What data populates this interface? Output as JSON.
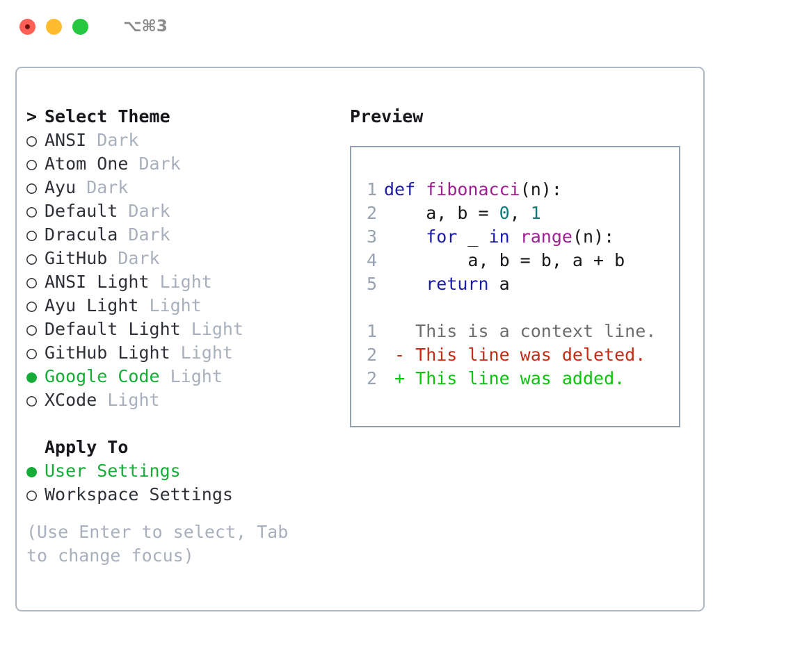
{
  "titlebar": {
    "shortcut": "⌥⌘3",
    "lights": [
      {
        "name": "close",
        "color": "#fe5f57"
      },
      {
        "name": "minimize",
        "color": "#febc2e"
      },
      {
        "name": "zoom",
        "color": "#25c83f"
      }
    ]
  },
  "theme_list": {
    "caret": ">",
    "heading": "Select Theme",
    "marker_unselected": "○",
    "marker_selected": "●",
    "accent_color": "#15ac37",
    "items": [
      {
        "name": "ANSI",
        "kind": "Dark",
        "selected": false
      },
      {
        "name": "Atom One",
        "kind": "Dark",
        "selected": false
      },
      {
        "name": "Ayu",
        "kind": "Dark",
        "selected": false
      },
      {
        "name": "Default",
        "kind": "Dark",
        "selected": false
      },
      {
        "name": "Dracula",
        "kind": "Dark",
        "selected": false
      },
      {
        "name": "GitHub",
        "kind": "Dark",
        "selected": false
      },
      {
        "name": "ANSI Light",
        "kind": "Light",
        "selected": false
      },
      {
        "name": "Ayu Light",
        "kind": "Light",
        "selected": false
      },
      {
        "name": "Default Light",
        "kind": "Light",
        "selected": false
      },
      {
        "name": "GitHub Light",
        "kind": "Light",
        "selected": false
      },
      {
        "name": "Google Code",
        "kind": "Light",
        "selected": true
      },
      {
        "name": "XCode",
        "kind": "Light",
        "selected": false
      }
    ]
  },
  "apply_to": {
    "heading": "Apply To",
    "options": [
      {
        "name": "User Settings",
        "selected": true
      },
      {
        "name": "Workspace Settings",
        "selected": false
      }
    ]
  },
  "hint": "(Use Enter to select, Tab to change focus)",
  "preview": {
    "title": "Preview",
    "code_lines": [
      {
        "num": "1",
        "tokens": [
          {
            "t": "def",
            "c": "kw"
          },
          {
            "t": " ",
            "c": "pl"
          },
          {
            "t": "fibonacci",
            "c": "fn"
          },
          {
            "t": "(n):",
            "c": "pl"
          }
        ]
      },
      {
        "num": "2",
        "tokens": [
          {
            "t": "    a, b = ",
            "c": "pl"
          },
          {
            "t": "0",
            "c": "num"
          },
          {
            "t": ", ",
            "c": "pl"
          },
          {
            "t": "1",
            "c": "num"
          }
        ]
      },
      {
        "num": "3",
        "tokens": [
          {
            "t": "    ",
            "c": "pl"
          },
          {
            "t": "for",
            "c": "kw"
          },
          {
            "t": " _ ",
            "c": "pl"
          },
          {
            "t": "in",
            "c": "kw"
          },
          {
            "t": " ",
            "c": "pl"
          },
          {
            "t": "range",
            "c": "fn"
          },
          {
            "t": "(n):",
            "c": "pl"
          }
        ]
      },
      {
        "num": "4",
        "tokens": [
          {
            "t": "        a, b = b, a + b",
            "c": "pl"
          }
        ]
      },
      {
        "num": "5",
        "tokens": [
          {
            "t": "    ",
            "c": "pl"
          },
          {
            "t": "return",
            "c": "kw"
          },
          {
            "t": " a",
            "c": "pl"
          }
        ]
      }
    ],
    "diff_lines": [
      {
        "num": "1",
        "sign": " ",
        "text": "This is a context line.",
        "kind": "ctx"
      },
      {
        "num": "2",
        "sign": "-",
        "text": "This line was deleted.",
        "kind": "del"
      },
      {
        "num": "2",
        "sign": "+",
        "text": "This line was added.",
        "kind": "add"
      }
    ],
    "colors": {
      "keyword": "#1c1ca8",
      "function": "#9c2191",
      "number": "#0e7b76",
      "plain": "#17171c",
      "linenum": "#98a3b1",
      "diff_context": "#6d6d6d",
      "diff_deleted": "#c42b12",
      "diff_added": "#0bc40b"
    }
  }
}
